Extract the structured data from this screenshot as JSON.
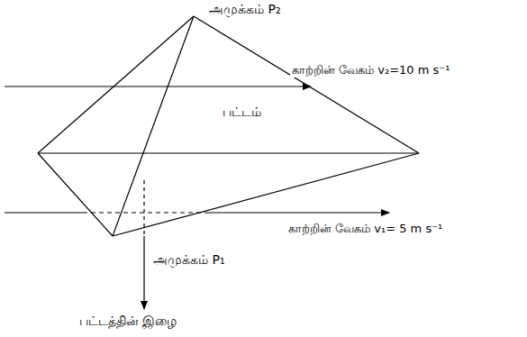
{
  "diagram": {
    "nodes": [
      {
        "text": [
          "பட்டம்"
        ]
      }
    ],
    "labels": [
      "அமுக்கம் P₂",
      "காற்றின் வேகம் v₂=10 m s⁻¹",
      "காற்றின் வேகம் v₁= 5 m s⁻¹",
      "அமுக்கம் P₁",
      "பட்டத்தின் இழை"
    ]
  }
}
